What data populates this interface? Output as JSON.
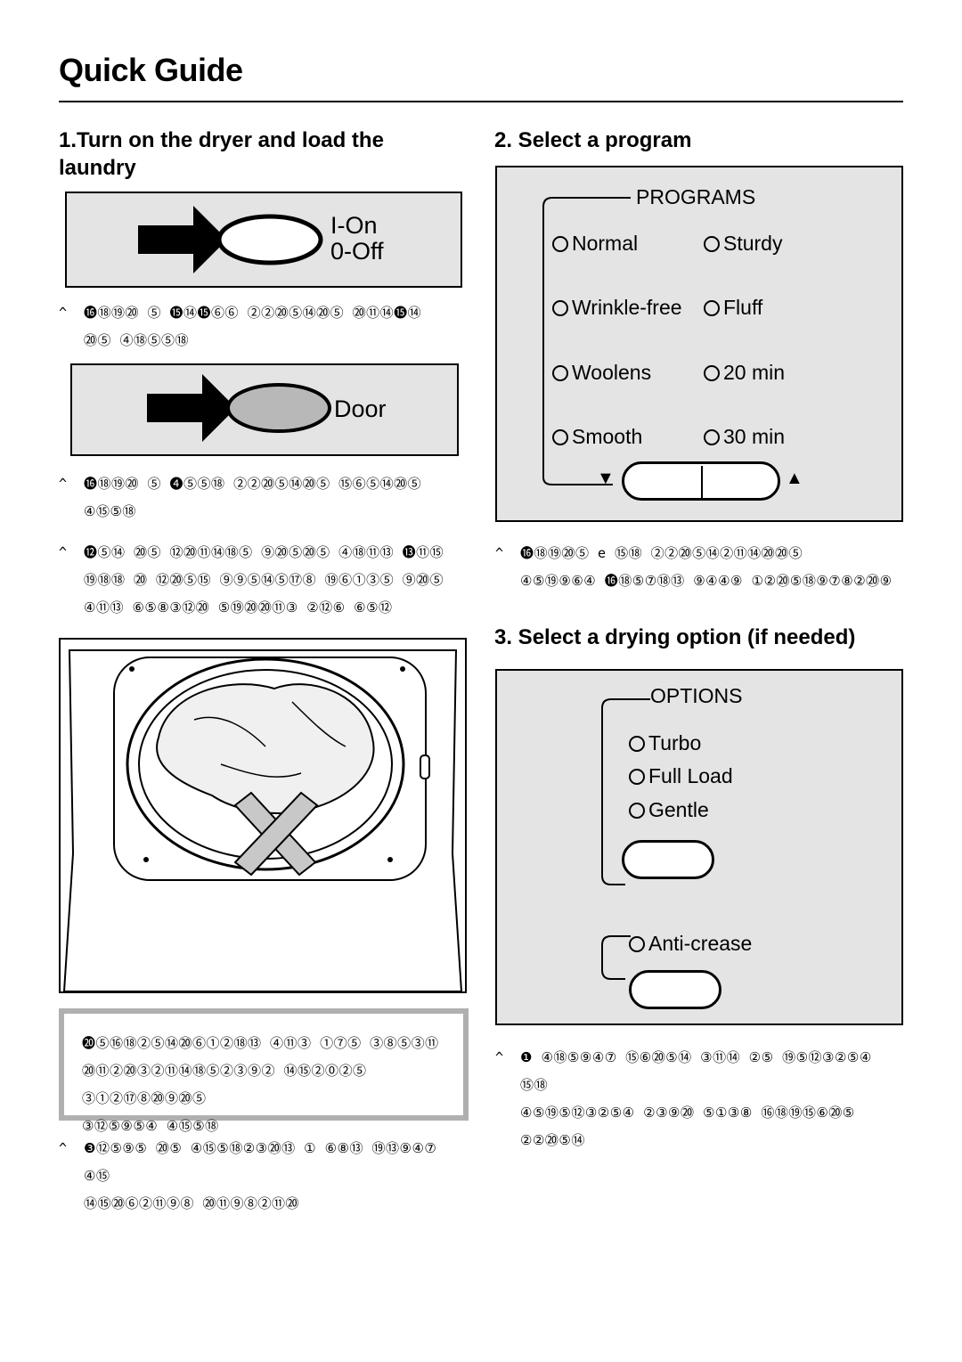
{
  "title": "Quick Guide",
  "section1": {
    "heading_line1": "1.Turn on the dryer and load the",
    "heading_line2": "laundry",
    "onoff_label_on": "I-On",
    "onoff_label_off": "0-Off",
    "text1_line1": "⓰⑱⑲⑳ ⑤ ⓯⑭⓯⑥⑥ ②②⑳⑤⑭⑳⑤ ⑳⑪⑭⓯⑭",
    "text1_line2": "⑳⑤ ④⑱⑤⑤⑱",
    "door_label": "Door",
    "text2_line1": "⓰⑱⑲⑳ ⑤ ❹⑤⑤⑱ ②②⑳⑤⑭⑳⑤ ⑮⑥⑤⑭⑳⑤",
    "text2_line2": "④⑮⑤⑱",
    "text3_line1": "⓬⑤⑭ ⑳⑤ ⑫⑳⑪⑭⑱⑤ ⑨⑳⑤⑳⑤ ④⑱⑪⑬ ⓭⑪⑮",
    "text3_line2": "⑲⑱⑱ ⑳ ⑫⑳⑤⑮ ⑨⑨⑤⑭⑤⑰⑧ ⑲⑥①③⑤ ⑨⑳⑤",
    "text3_line3": "④⑪⑬ ⑥⑤⑧③⑫⑳ ⑤⑲⑳⑳⑪③ ②⑫⑥ ⑥⑤⑫",
    "warning_line1": "⓴⑤⑯⑱②⑤⑭⑳⑥①②⑱⑬ ④⑪③ ①⑦⑤ ③⑧⑤③⑪",
    "warning_line2": "⑳⑪②⑳③②⑪⑭⑱⑤②③⑨② ⑭⑮②⓪②⑤ ③①②⑰⑧⑳⑨⑳⑤",
    "warning_line3": "③⑫⑤⑨⑤④ ④⑮⑤⑱",
    "text4_line1": "❸⑫⑤⑨⑤ ⑳⑤ ④⑮⑤⑱②③⑳⑬ ① ⑥⑧⑬ ⑲⑬⑨④⑦ ④⑮",
    "text4_line2": "⑭⑮⑳⑥②⑪⑨⑧ ⑳⑪⑨⑧②⑪⑳"
  },
  "section2": {
    "heading": "2. Select a program",
    "programs_label": "PROGRAMS",
    "programs": [
      "Normal",
      "Sturdy",
      "Wrinkle-free",
      "Fluff",
      "Woolens",
      "20 min",
      "Smooth",
      "30 min"
    ],
    "down_arrow": "▼",
    "up_arrow": "▲",
    "text_line1": "⓰⑱⑲⑳⑤ e ⑮⑱ ②②⑳⑤⑭②⑪⑭⑳⑳⑤",
    "text_line2": "④⑤⑲⑨⑥④ ⓰⑱⑤⑦⑱⑬ ⑨④④⑨ ①②⑳⑤⑱⑨⑦⑧②⑳⑨"
  },
  "section3": {
    "heading": "3. Select a drying option (if needed)",
    "options_label": "OPTIONS",
    "options": [
      "Turbo",
      "Full Load",
      "Gentle"
    ],
    "anticrease_label": "Anti-crease",
    "text_line1": "❶ ④⑱⑤⑨④⑦ ⑮⑥⑳⑤⑭ ③⑪⑭ ②⑤ ⑲⑤⑫③②⑤④ ⑮⑱",
    "text_line2": "④⑤⑲⑤⑫③②⑤④ ②③⑨⑳ ⑤①③⑧ ⑯⑱⑲⑮⑥⑳⑤",
    "text_line3": "②②⑳⑤⑭"
  }
}
